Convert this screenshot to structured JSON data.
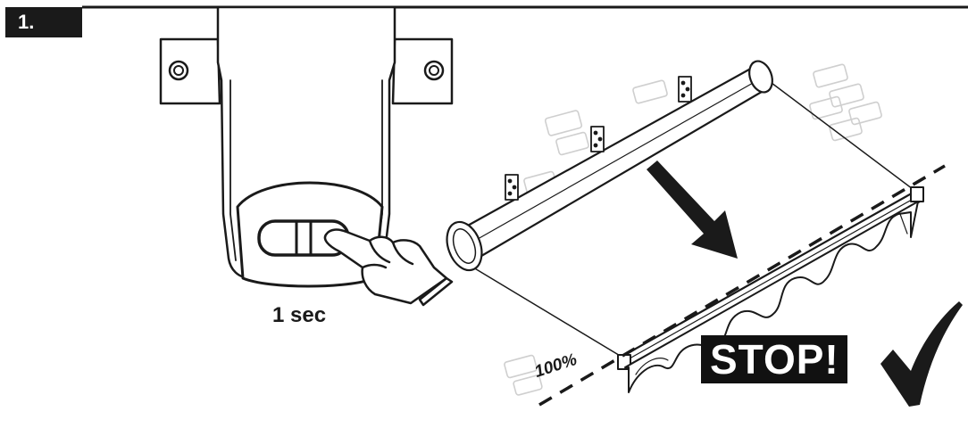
{
  "step": {
    "number": "1."
  },
  "press": {
    "duration": "1 sec"
  },
  "awning": {
    "extension": "100%",
    "stop_label": "STOP!"
  },
  "colors": {
    "ink": "#1a1a1a",
    "badge": "#111111",
    "brick": "#cfcfcf"
  },
  "icons": [
    "motor-housing-icon",
    "screw-icon",
    "pointing-hand-icon",
    "down-arrow-icon",
    "check-mark-icon"
  ]
}
